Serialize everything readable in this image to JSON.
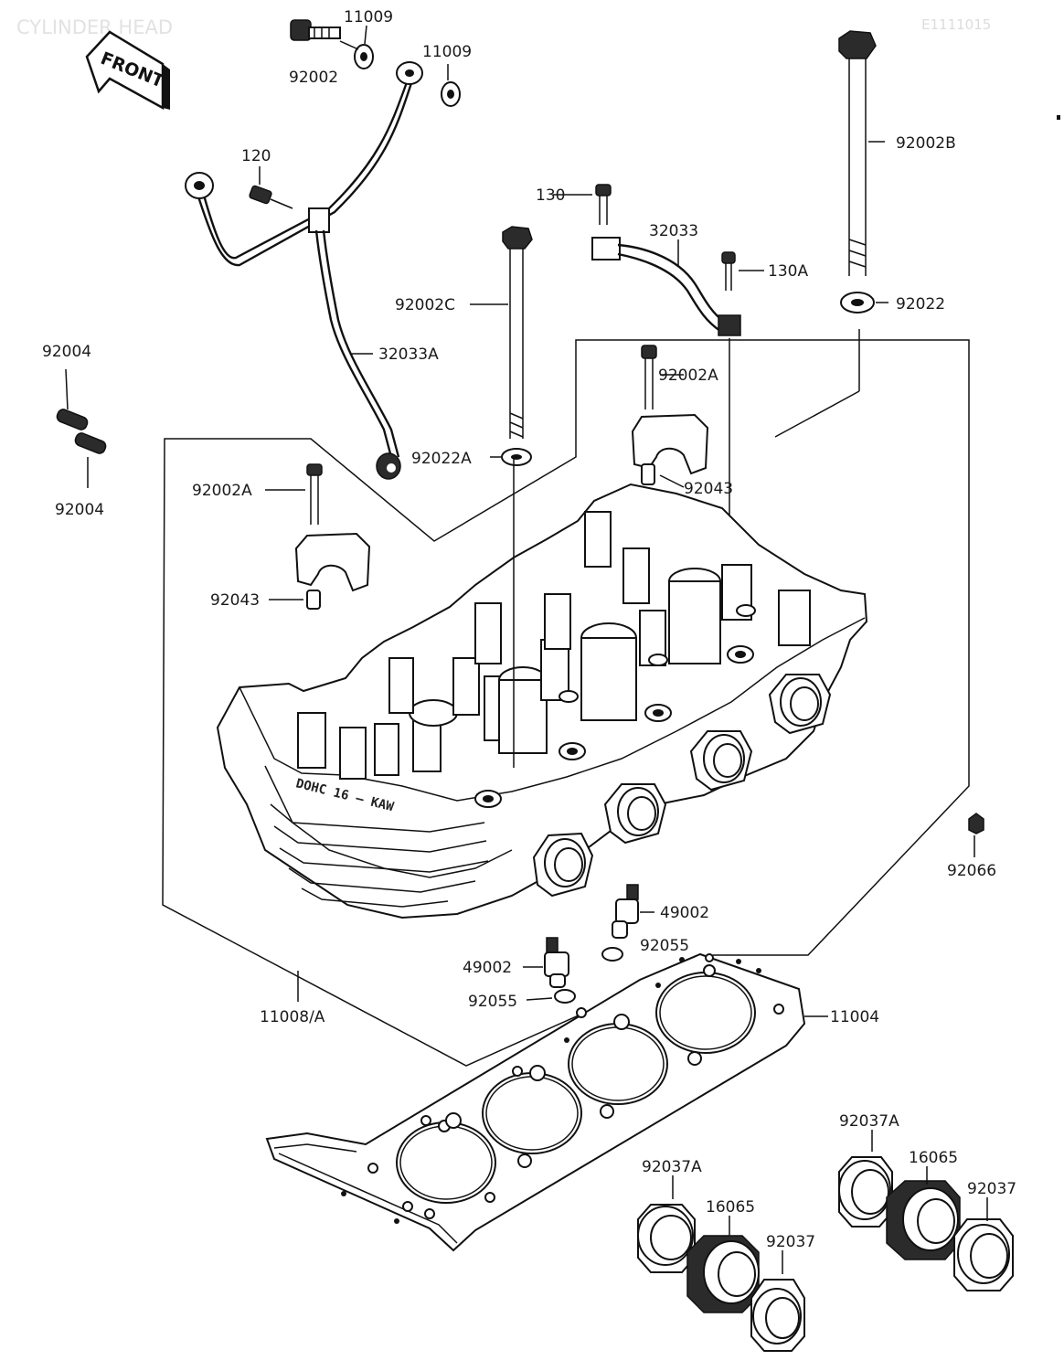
{
  "page": {
    "title": "CYLINDER HEAD",
    "drawing_code": "E1111015",
    "front_marker": "FRONT",
    "head_embossing": [
      "DOHC 16 — KAW"
    ]
  },
  "callouts": [
    {
      "id": "c1",
      "text": "11009"
    },
    {
      "id": "c2",
      "text": "11009"
    },
    {
      "id": "c3",
      "text": "92002"
    },
    {
      "id": "c4",
      "text": "120"
    },
    {
      "id": "c5",
      "text": "130"
    },
    {
      "id": "c6",
      "text": "32033"
    },
    {
      "id": "c7",
      "text": "130A"
    },
    {
      "id": "c8",
      "text": "92002B"
    },
    {
      "id": "c9",
      "text": "92022"
    },
    {
      "id": "c10",
      "text": "92002C"
    },
    {
      "id": "c11",
      "text": "32033A"
    },
    {
      "id": "c12",
      "text": "92004"
    },
    {
      "id": "c13",
      "text": "92004"
    },
    {
      "id": "c14",
      "text": "92002A"
    },
    {
      "id": "c15",
      "text": "92022A"
    },
    {
      "id": "c16",
      "text": "92043"
    },
    {
      "id": "c17",
      "text": "92002A"
    },
    {
      "id": "c18",
      "text": "92043"
    },
    {
      "id": "c19",
      "text": "92066"
    },
    {
      "id": "c20",
      "text": "49002"
    },
    {
      "id": "c21",
      "text": "92055"
    },
    {
      "id": "c22",
      "text": "49002"
    },
    {
      "id": "c23",
      "text": "92055"
    },
    {
      "id": "c24",
      "text": "11008/A"
    },
    {
      "id": "c25",
      "text": "11004"
    },
    {
      "id": "c26",
      "text": "92037A"
    },
    {
      "id": "c27",
      "text": "16065"
    },
    {
      "id": "c28",
      "text": "92037"
    },
    {
      "id": "c29",
      "text": "92037A"
    },
    {
      "id": "c30",
      "text": "16065"
    },
    {
      "id": "c31",
      "text": "92037"
    }
  ]
}
